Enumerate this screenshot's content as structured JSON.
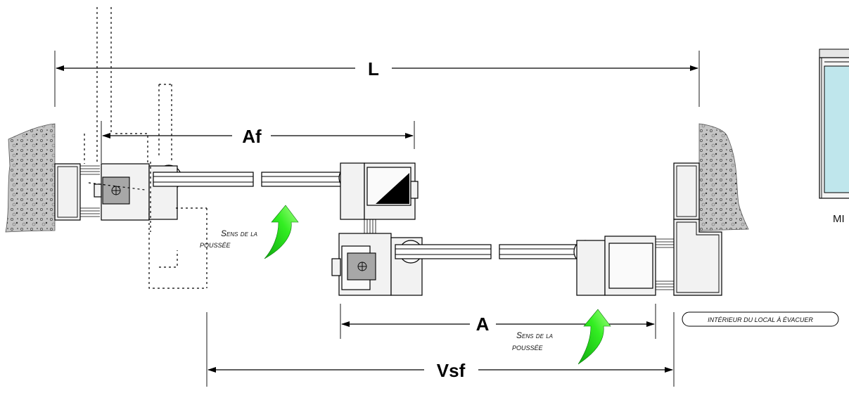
{
  "dimensions": {
    "L": "L",
    "Af": "Af",
    "A": "A",
    "Vsf": "Vsf"
  },
  "annotations": {
    "push_direction_1_line1": "Sens de la",
    "push_direction_1_line2": "poussée",
    "push_direction_2_line1": "Sens de la",
    "push_direction_2_line2": "poussée",
    "interior_label": "Intérieur du local à évacuer",
    "cut_label": "MI"
  },
  "colors": {
    "arrow_green": "#33ee22",
    "wall": "#bdbdbd",
    "handle_grey": "#a7a7a7",
    "glass_panel": "#bfe6ec"
  }
}
